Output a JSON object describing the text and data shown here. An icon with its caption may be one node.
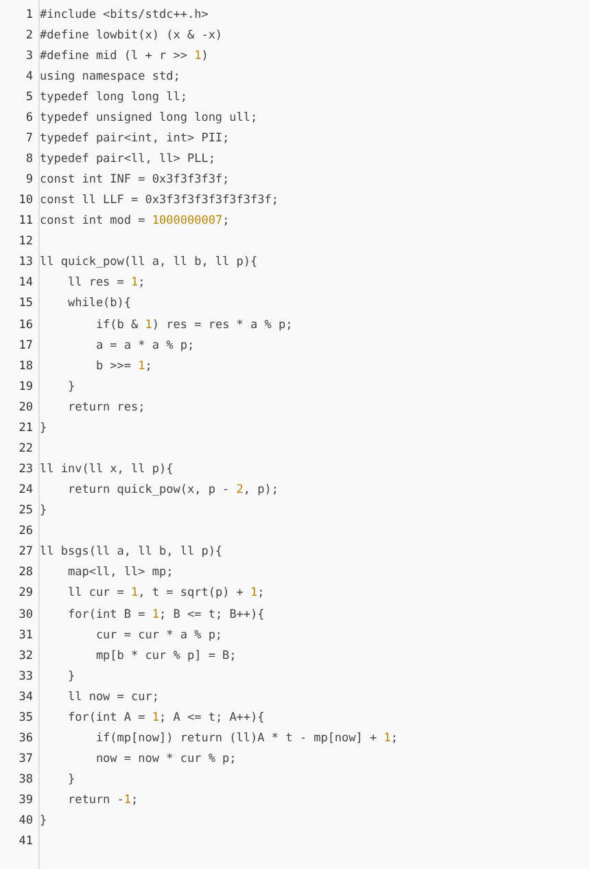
{
  "diagram": {
    "labels": [
      "1",
      "#include <bits/stdc++.h>",
      "2",
      "#define lowbit(x) (x & -x)",
      "3",
      "#define mid (l + r >> 1)",
      "4",
      "using namespace std;",
      "5",
      "typedef long long ll;",
      "6",
      "typedef unsigned long long ull;",
      "7",
      "typedef pair<int, int> PII;",
      "8",
      "typedef pair<ll, ll> PLL;",
      "9",
      "const int INF = 0x3f3f3f3f;",
      "10",
      "const ll LLF = 0x3f3f3f3f3f3f3f3f;",
      "11",
      "const int mod = 1000000007;",
      "12",
      "13",
      "ll quick_pow(ll a, ll b, ll p){",
      "14",
      "    ll res = 1;",
      "15",
      "    while(b){",
      "16",
      "        if(b & 1) res = res * a % p;",
      "17",
      "        a = a * a % p;",
      "18",
      "        b >>= 1;",
      "19",
      "    }",
      "20",
      "    return res;",
      "21",
      "}",
      "22",
      "23",
      "ll inv(ll x, ll p){",
      "24",
      "    return quick_pow(x, p - 2, p);",
      "25",
      "}",
      "26",
      "27",
      "ll bsgs(ll a, ll b, ll p){",
      "28",
      "    map<ll, ll> mp;",
      "29",
      "    ll cur = 1, t = sqrt(p) + 1;",
      "30",
      "    for(int B = 1; B <= t; B++){",
      "31",
      "        cur = cur * a % p;",
      "32",
      "        mp[b * cur % p] = B;",
      "33",
      "    }",
      "34",
      "    ll now = cur;",
      "35",
      "    for(int A = 1; A <= t; A++){",
      "36",
      "        if(mp[now]) return (ll)A * t - mp[now] + 1;",
      "37",
      "        now = now * cur % p;",
      "38",
      "    }",
      "39",
      "    return -1;",
      "40",
      "}",
      "41"
    ]
  }
}
